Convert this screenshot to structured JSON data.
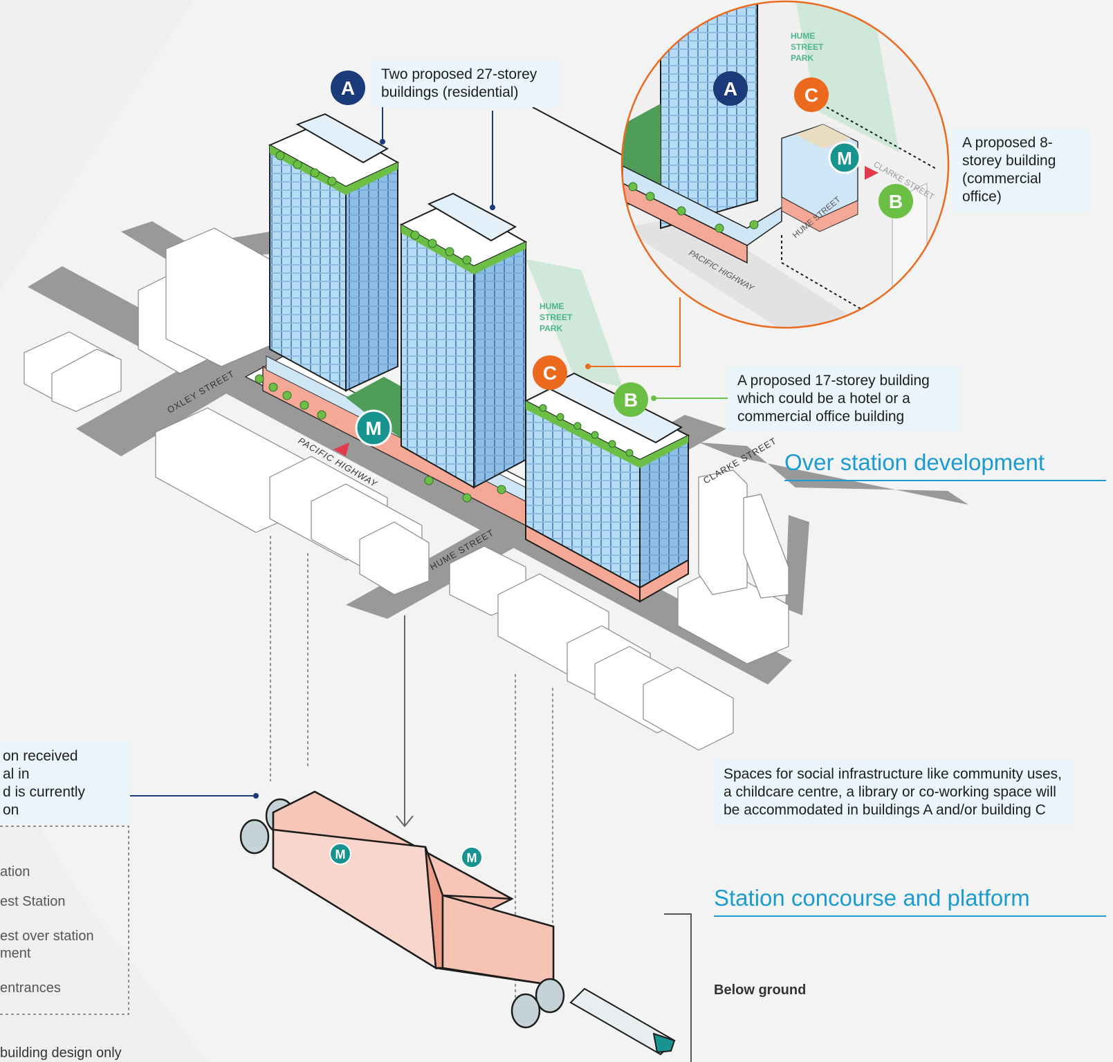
{
  "callouts": {
    "a": {
      "badge": "A",
      "text": "Two proposed 27-storey buildings (residential)"
    },
    "b": {
      "badge": "B",
      "text": "A proposed 17-storey building which could be a hotel or a commercial office building"
    },
    "c": {
      "badge": "C",
      "text": "A proposed 8-storey building (commercial office)"
    },
    "social": {
      "text": "Spaces for social infrastructure like community uses, a childcare centre, a library or co-working space will be accommodated in buildings A and/or building C"
    },
    "left": {
      "line1": "on received",
      "line2": "al in",
      "line3": "d is currently",
      "line4": "on"
    }
  },
  "sections": {
    "over_station": "Over station development",
    "concourse": "Station concourse and platform",
    "below_ground": "Below ground"
  },
  "legend": {
    "item1": "ation",
    "item2": "est Station",
    "item3a": "est over station",
    "item3b": "ment",
    "item4": "entrances"
  },
  "footnote": "building design only",
  "streets": {
    "oxley": "OXLEY STREET",
    "pacific": "PACIFIC HIGHWAY",
    "hume": "HUME STREET",
    "clarke": "CLARKE STREET",
    "park_l1": "HUME",
    "park_l2": "STREET",
    "park_l3": "PARK"
  },
  "metro_label": "M",
  "colors": {
    "navy": "#1b3a7a",
    "orange": "#ec6a1e",
    "green": "#6cbf45",
    "teal": "#17948f",
    "accent_blue": "#1a9cd0",
    "callout_bg": "#eaf5fb",
    "road": "#9a9a9a",
    "station_pink": "#f6b6a6",
    "glass": "#a9d3f0"
  }
}
